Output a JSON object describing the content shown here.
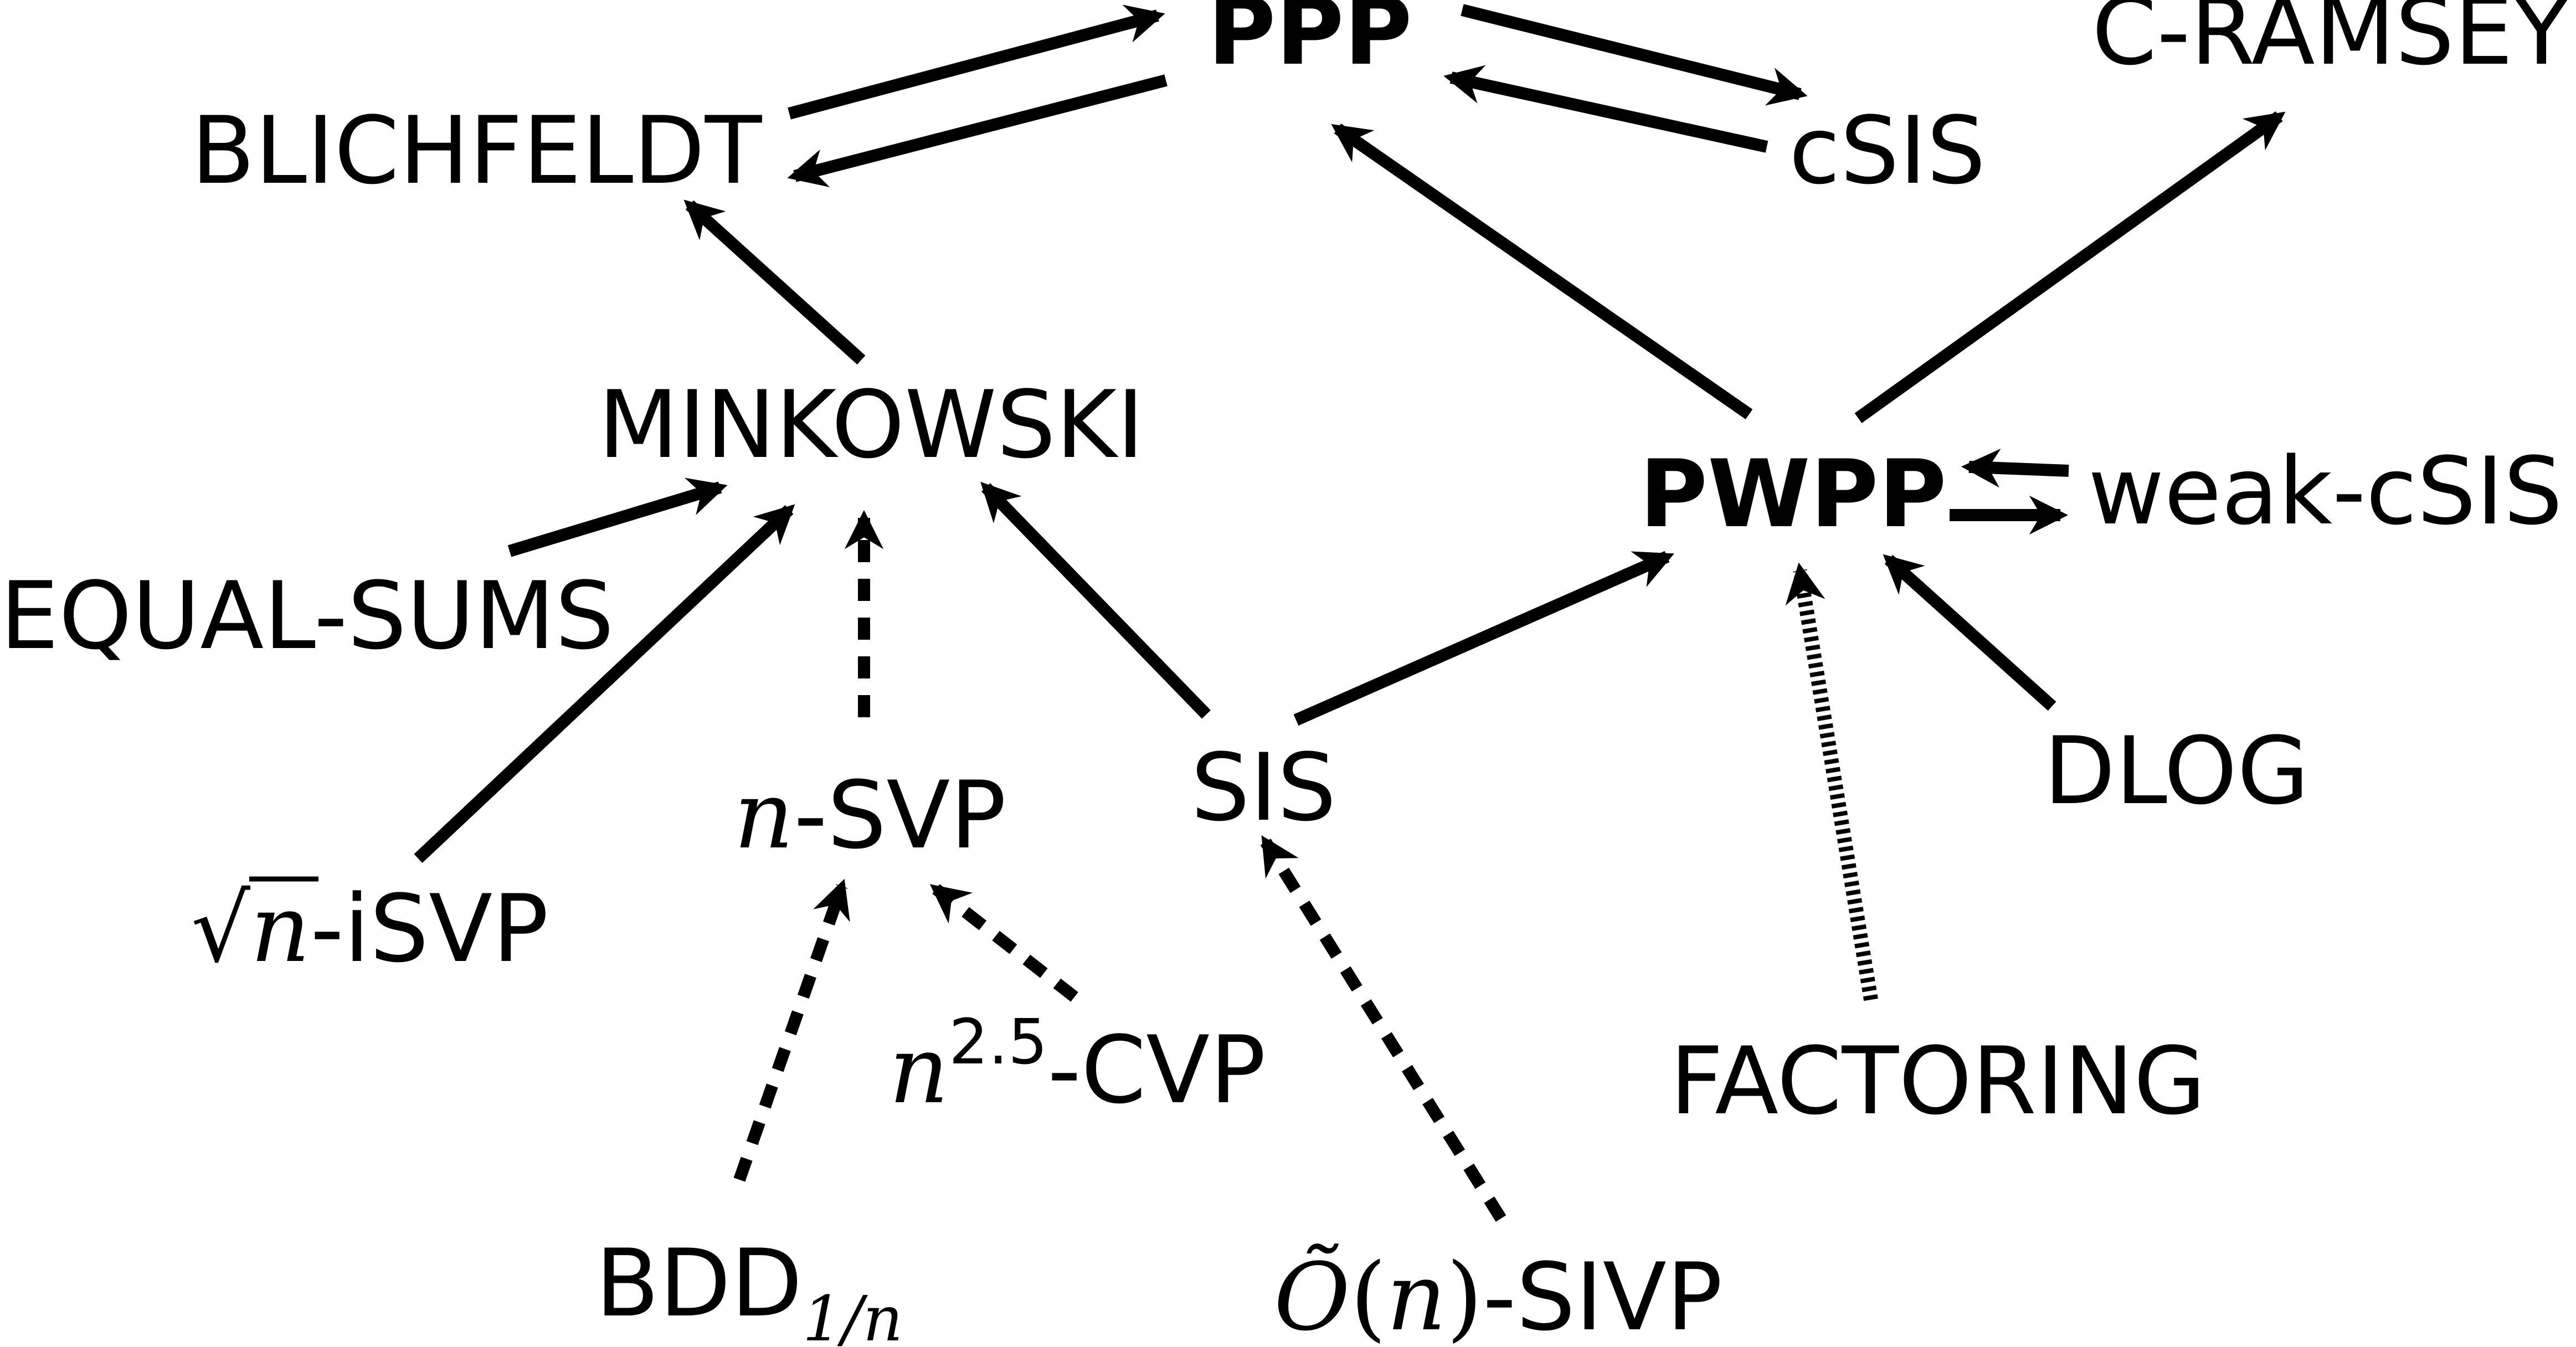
{
  "nodes": {
    "ppp": {
      "label": "PPP"
    },
    "c_ramsey": {
      "label": "C-RAMSEY"
    },
    "blichfeldt": {
      "label": "BLICHFELDT"
    },
    "csis": {
      "label": "cSIS"
    },
    "minkowski": {
      "label": "MINKOWSKI"
    },
    "pwpp": {
      "label": "PWPP"
    },
    "weak_csis": {
      "label": "weak-cSIS"
    },
    "equal_sums": {
      "label": "EQUAL-SUMS"
    },
    "sis": {
      "label": "SIS"
    },
    "dlog": {
      "label": "DLOG"
    },
    "n_svp": {
      "var": "n",
      "rest": "-SVP"
    },
    "sqrt_n_isvp": {
      "radical": "√",
      "var": "n",
      "rest": "-iSVP"
    },
    "n25_cvp": {
      "var": "n",
      "exp": "2.5",
      "rest": "-CVP"
    },
    "factoring": {
      "label": "FACTORING"
    },
    "bdd": {
      "label": "BDD",
      "sub": "1/n"
    },
    "o_n_sivp": {
      "otilde": "Õ",
      "open": "(",
      "var": "n",
      "close": ")",
      "rest": "-SIVP"
    }
  }
}
